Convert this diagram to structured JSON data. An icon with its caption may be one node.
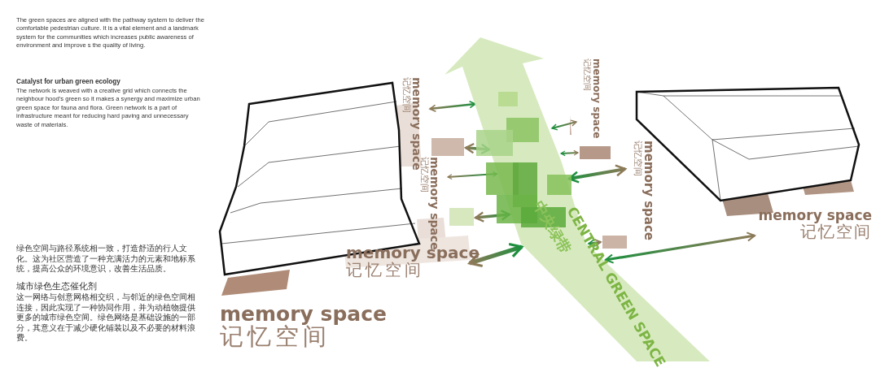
{
  "diagram": {
    "nodes": [
      {
        "text": [
          "CENTRAL GREEN SPACE",
          "中央绿带"
        ]
      },
      {
        "text": [
          "memory space",
          "记忆空间"
        ]
      },
      {
        "text": [
          "memory space",
          "记忆空间"
        ]
      },
      {
        "text": [
          "memory space",
          "记忆空间"
        ]
      },
      {
        "text": [
          "memory space",
          "记忆空间"
        ]
      },
      {
        "text": [
          "memory space",
          "记忆空间"
        ]
      },
      {
        "text": [
          "memory space",
          "记忆空间"
        ]
      },
      {
        "text": [
          "memory space",
          "记忆空间"
        ]
      },
      {
        "text": [],
        "shape": "box"
      },
      {
        "text": [],
        "shape": "box"
      },
      {
        "text": [],
        "shape": "box"
      },
      {
        "text": [],
        "shape": "box"
      }
    ],
    "edges": [
      {
        "from": 1,
        "to": 0,
        "arrow": "both"
      },
      {
        "from": 8,
        "to": 0,
        "arrow": "both"
      },
      {
        "from": 2,
        "to": 0,
        "arrow": "both"
      },
      {
        "from": 9,
        "to": 0,
        "arrow": "both"
      },
      {
        "from": 6,
        "to": 0,
        "arrow": "both"
      },
      {
        "from": 0,
        "to": 3,
        "arrow": "both"
      },
      {
        "from": 0,
        "to": 10,
        "arrow": "both"
      },
      {
        "from": 0,
        "to": 4,
        "arrow": "both"
      },
      {
        "from": 0,
        "to": 11,
        "arrow": "both"
      },
      {
        "from": 0,
        "to": 5,
        "arrow": "both"
      }
    ],
    "labels": [
      "The green spaces are aligned with the pathway system to deliver the comfortable pedestrian culture. It is a vital element and a landmark system for the communities which increases public awareness of environment and improve s the quality of living.",
      "Catalyst for urban green ecology",
      "The network is weaved with a creative grid which connects the neighbour hood’s green so it makes a synergy and maximize urban green space for fauna and flora. Green network is a part of infrastructure meant for reducing hard paving and unnecessary waste of materials.",
      "绿色空间与路径系统相一致，打造舒适的行人文化。这为社区营造了一种充满活力的元素和地标系统，提高公众的环境意识，改善生活品质。",
      "城市绿色生态催化剂",
      "这一网络与创意网格相交织，与邻近的绿色空间相连接，因此实现了一种协同作用，并为动植物提供更多的城市绿色空间。绿色网络是基础设施的一部分，其意义在于减少硬化铺装以及不必要的材料浪费。"
    ]
  }
}
